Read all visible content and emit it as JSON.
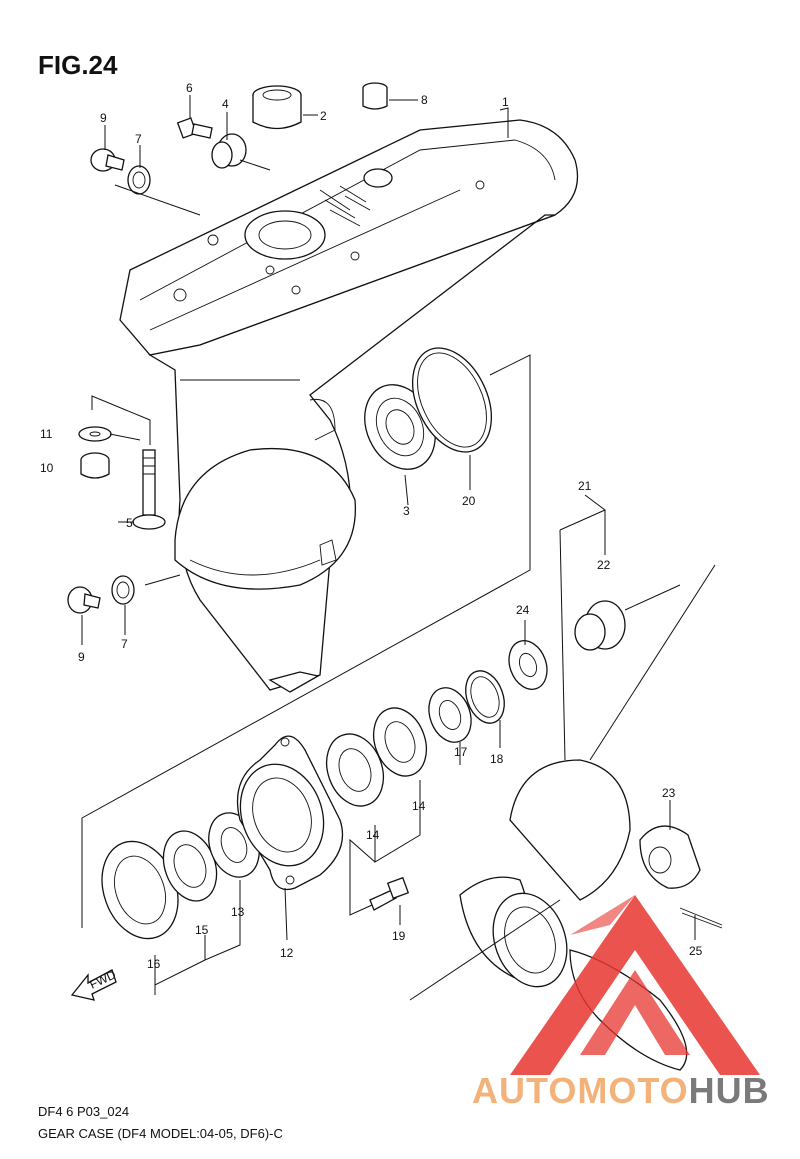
{
  "figure": {
    "title": "FIG.24",
    "code": "DF4 6 P03_024",
    "caption": "GEAR CASE (DF4 MODEL:04-05, DF6)-C",
    "fwd_label": "FWD"
  },
  "watermark": {
    "word1": "AUTOMOTO",
    "word2": "HUB",
    "color_red": "#e8362f",
    "color_orange": "#f3b27a",
    "color_gray": "#7a7a7a"
  },
  "callouts": {
    "c1": "1",
    "c2": "2",
    "c3": "3",
    "c4": "4",
    "c5": "5",
    "c6": "6",
    "c7a": "7",
    "c7b": "7",
    "c8": "8",
    "c9a": "9",
    "c9b": "9",
    "c10": "10",
    "c11": "11",
    "c12": "12",
    "c13": "13",
    "c14a": "14",
    "c14b": "14",
    "c15": "15",
    "c16": "16",
    "c17": "17",
    "c18": "18",
    "c19": "19",
    "c20": "20",
    "c21": "21",
    "c22": "22",
    "c23": "23",
    "c24": "24",
    "c25": "25"
  }
}
